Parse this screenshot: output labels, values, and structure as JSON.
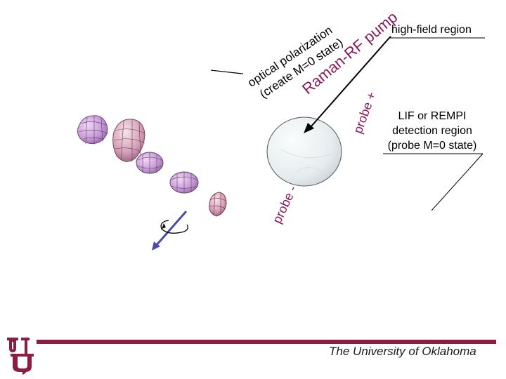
{
  "labels": {
    "optical_line1": "optical polarization",
    "optical_line2": "(create M=0 state)",
    "raman": "Raman-RF pump",
    "probe_plus": "probe +",
    "probe_minus": "probe -",
    "high_field": "high-field region",
    "lif_line1": "LIF or REMPI",
    "lif_line2": "detection region",
    "lif_line3": "(probe M=0 state)"
  },
  "footer": {
    "university": "The University of Oklahoma"
  },
  "colors": {
    "brand": "#8c1d40",
    "arrow": "#4a4aa8",
    "raman_text": "#8b1a5a"
  },
  "icons": [
    "ou-logo",
    "rotation-arrow-icon"
  ]
}
